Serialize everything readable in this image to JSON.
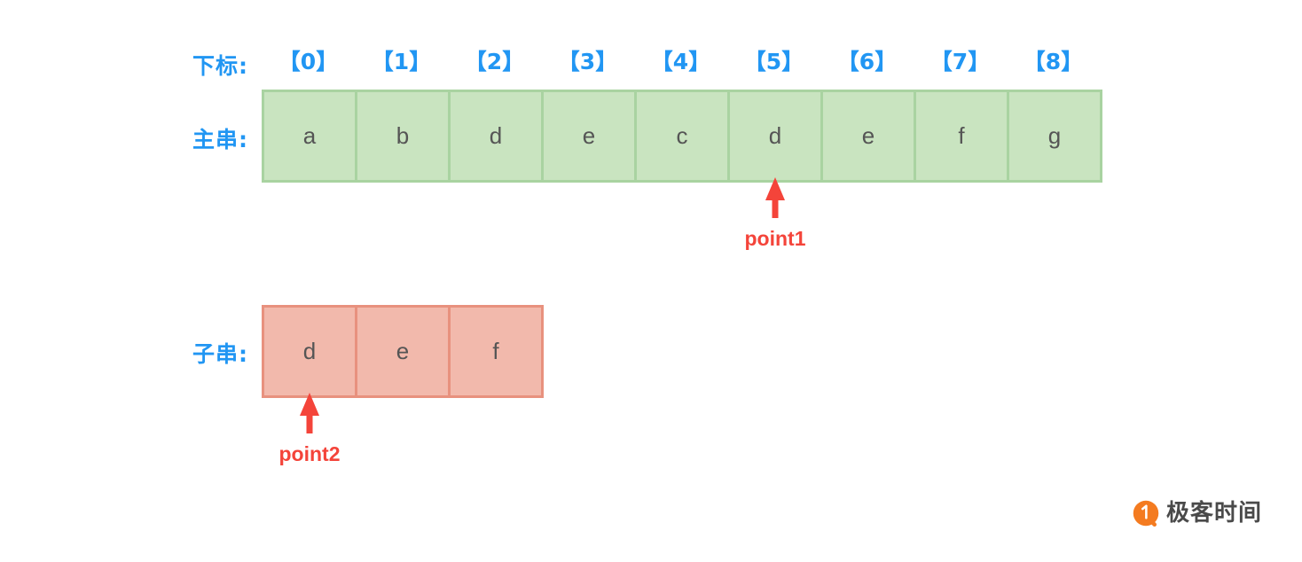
{
  "diagram": {
    "labels": {
      "index_label": "下标:",
      "main_label": "主串:",
      "sub_label": "子串:"
    },
    "indices": [
      "【0】",
      "【1】",
      "【2】",
      "【3】",
      "【4】",
      "【5】",
      "【6】",
      "【7】",
      "【8】"
    ],
    "main_string": [
      "a",
      "b",
      "d",
      "e",
      "c",
      "d",
      "e",
      "f",
      "g"
    ],
    "sub_string": [
      "d",
      "e",
      "f"
    ],
    "pointers": [
      {
        "name": "point1",
        "label": "point1",
        "target_index": 5
      },
      {
        "name": "point2",
        "label": "point2",
        "target_index": 0
      }
    ],
    "colors": {
      "blue": "#2196F3",
      "green_fill": "#c9e4c0",
      "green_border": "#a9d3a1",
      "salmon_fill": "#f2b9ac",
      "salmon_border": "#e8917e",
      "red": "#F4443A",
      "letter": "#555555",
      "logo_orange": "#F47B20"
    }
  },
  "watermark": {
    "text": "极客时间"
  }
}
